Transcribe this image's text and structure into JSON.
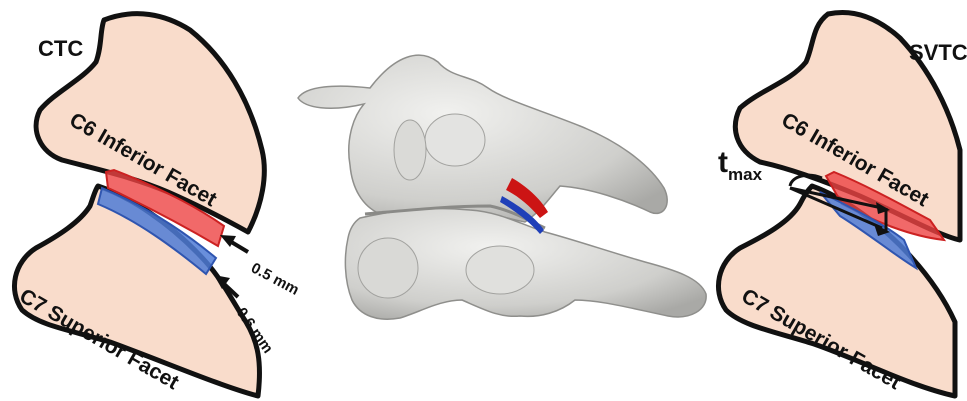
{
  "left_panel": {
    "title": "CTC",
    "upper_facet_label": "C6 Inferior Facet",
    "lower_facet_label": "C7 Superior Facet",
    "upper_thickness": "0.5 mm",
    "lower_thickness": "0.6 mm"
  },
  "right_panel": {
    "title": "SVTC",
    "upper_facet_label": "C6 Inferior Facet",
    "lower_facet_label": "C7 Superior Facet",
    "annotation_main": "t",
    "annotation_sub": "max"
  },
  "colors": {
    "bone_fill": "#f9dccb",
    "outline": "#111111",
    "cartilage_upper": "#ee4444",
    "cartilage_lower": "#4f7bd6",
    "model_gray": "#d4d4d2"
  }
}
